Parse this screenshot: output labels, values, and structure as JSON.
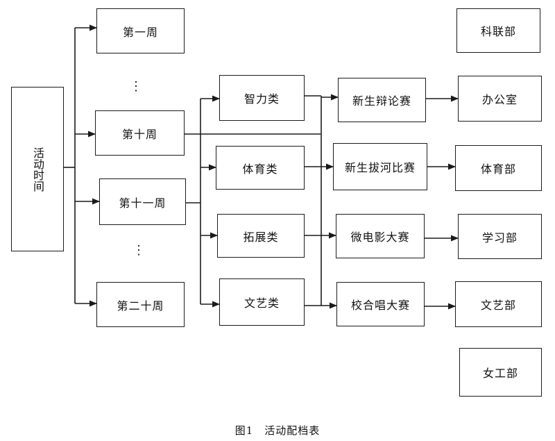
{
  "root": {
    "label": "活动时间"
  },
  "weeks": {
    "w1": "第一周",
    "w10": "第十周",
    "w11": "第十一周",
    "w20": "第二十周",
    "ellipsis_1": "⋮",
    "ellipsis_2": "⋮"
  },
  "categories": {
    "intellect": "智力类",
    "sports": "体育类",
    "outreach": "拓展类",
    "arts": "文艺类"
  },
  "events": {
    "debate": "新生辩论赛",
    "tug_of_war": "新生拔河比赛",
    "micro_film": "微电影大赛",
    "choir": "校合唱大赛"
  },
  "departments": {
    "science": "科联部",
    "office": "办公室",
    "sports": "体育部",
    "study": "学习部",
    "arts": "文艺部",
    "women": "女工部"
  },
  "caption": "图1　活动配档表"
}
